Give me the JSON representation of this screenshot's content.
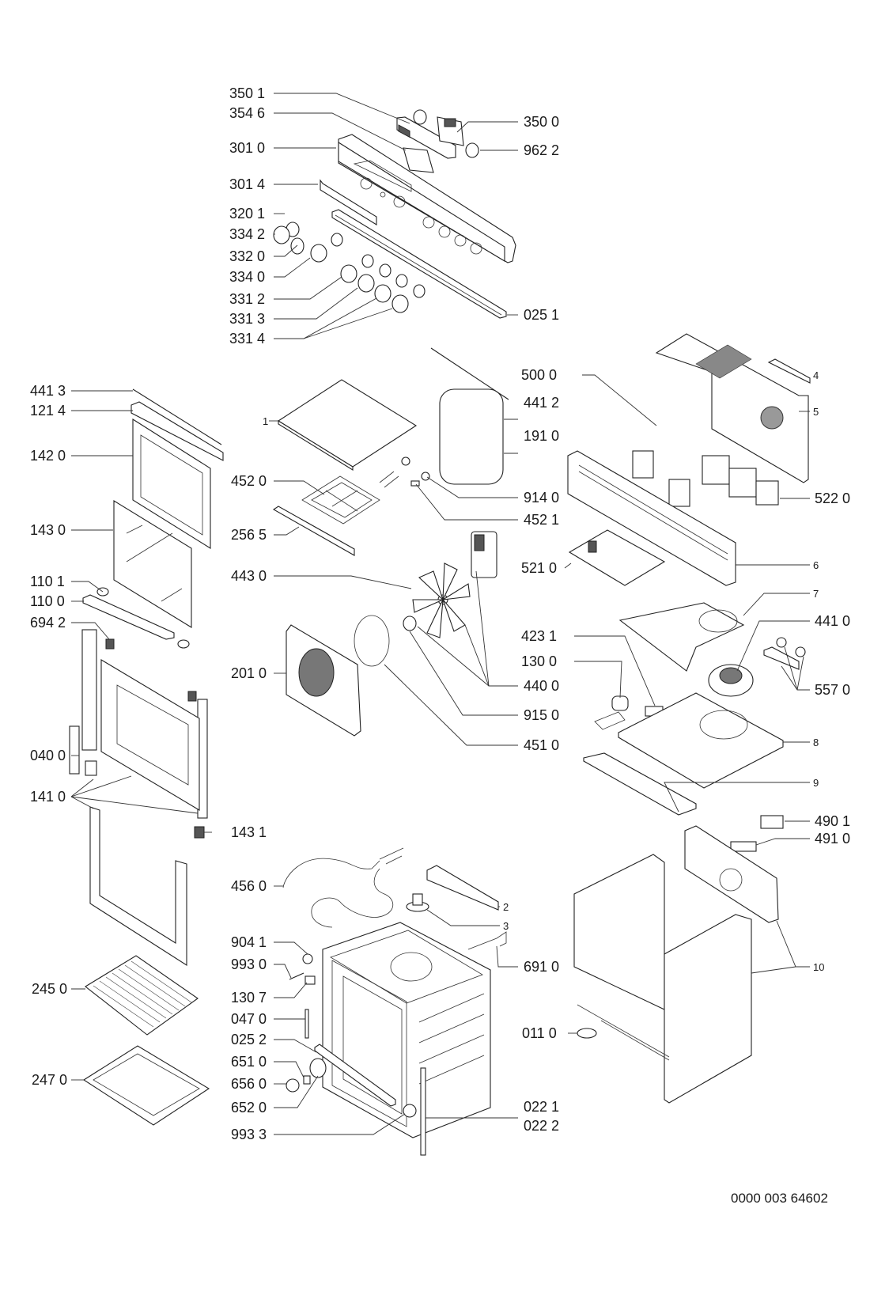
{
  "diagram": {
    "title": "Oven exploded parts diagram",
    "document_code": "0000 003 64602",
    "labels": {
      "p3501": "350 1",
      "p3546": "354 6",
      "p3010": "301 0",
      "p3014": "301 4",
      "p3201": "320 1",
      "p3342": "334 2",
      "p3320": "332 0",
      "p3340": "334 0",
      "p3312": "331 2",
      "p3313": "331 3",
      "p3314": "331 4",
      "p3500": "350 0",
      "p9622": "962 2",
      "p0251": "025 1",
      "p4413": "441 3",
      "p1214": "121 4",
      "p1420": "142 0",
      "p1430": "143 0",
      "p1101": "110 1",
      "p1100": "110 0",
      "p6942": "694 2",
      "p0400": "040 0",
      "p1410": "141 0",
      "p1431": "143 1",
      "p2450": "245 0",
      "p2470": "247 0",
      "p1": "1",
      "p4520": "452 0",
      "p2565": "256 5",
      "p4430": "443 0",
      "p2010": "201 0",
      "p4412": "441 2",
      "p1910": "191 0",
      "p9140": "914 0",
      "p4521": "452 1",
      "p4400": "440 0",
      "p9150": "915 0",
      "p4510": "451 0",
      "p5000": "500 0",
      "p4": "4",
      "p5": "5",
      "p5220": "522 0",
      "p5210": "521 0",
      "p6": "6",
      "p7": "7",
      "p4410": "441 0",
      "p4231": "423 1",
      "p1300": "130 0",
      "p5570": "557 0",
      "p8": "8",
      "p9": "9",
      "p4901": "490 1",
      "p4910": "491 0",
      "p10": "10",
      "p0110": "011 0",
      "p4560": "456 0",
      "p2": "2",
      "p3": "3",
      "p9041": "904 1",
      "p9930": "993 0",
      "p1307": "130 7",
      "p0470": "047 0",
      "p0252": "025 2",
      "p6510": "651 0",
      "p6560": "656 0",
      "p6520": "652 0",
      "p9933": "993 3",
      "p6910": "691 0",
      "p0221": "022 1",
      "p0222": "022 2"
    }
  }
}
